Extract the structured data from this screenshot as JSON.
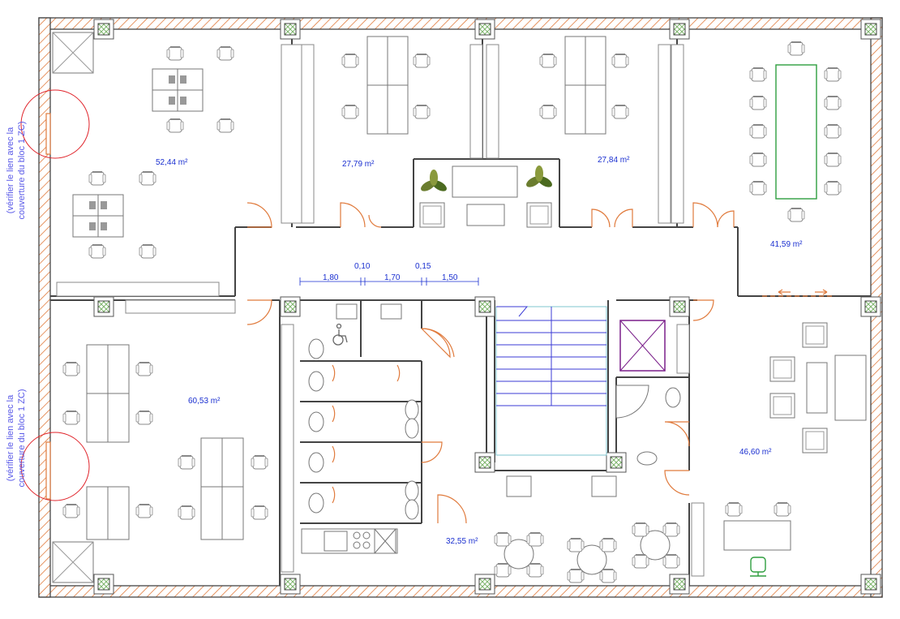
{
  "plan": {
    "rooms": [
      {
        "id": "office-nw",
        "area": "52,44 m²"
      },
      {
        "id": "office-n1",
        "area": "27,79 m²"
      },
      {
        "id": "office-n2",
        "area": "27,84 m²"
      },
      {
        "id": "meeting-ne",
        "area": "41,59 m²"
      },
      {
        "id": "office-sw",
        "area": "60,53 m²"
      },
      {
        "id": "lounge-se",
        "area": "46,60 m²"
      },
      {
        "id": "cafeteria",
        "area": "32,55 m²"
      }
    ],
    "dimensions": [
      "1,80",
      "0,10",
      "1,70",
      "0,15",
      "1,50"
    ],
    "notes": [
      {
        "line1": "(vérifier le lien avec la",
        "line2": "couverture du bloc 1 ZC)"
      },
      {
        "line1": "(vérifier le lien avec la",
        "line2": "couverture du bloc 1 ZC)"
      }
    ]
  },
  "colors": {
    "wall": "#444444",
    "hatch": "#e07a3c",
    "annotation": "#1a2fd0",
    "door": "#e07a3c",
    "column_fill": "#7fb56e",
    "revision_cloud": "#e0232a",
    "furniture": "#777777",
    "stair": "#3b3bd6"
  }
}
